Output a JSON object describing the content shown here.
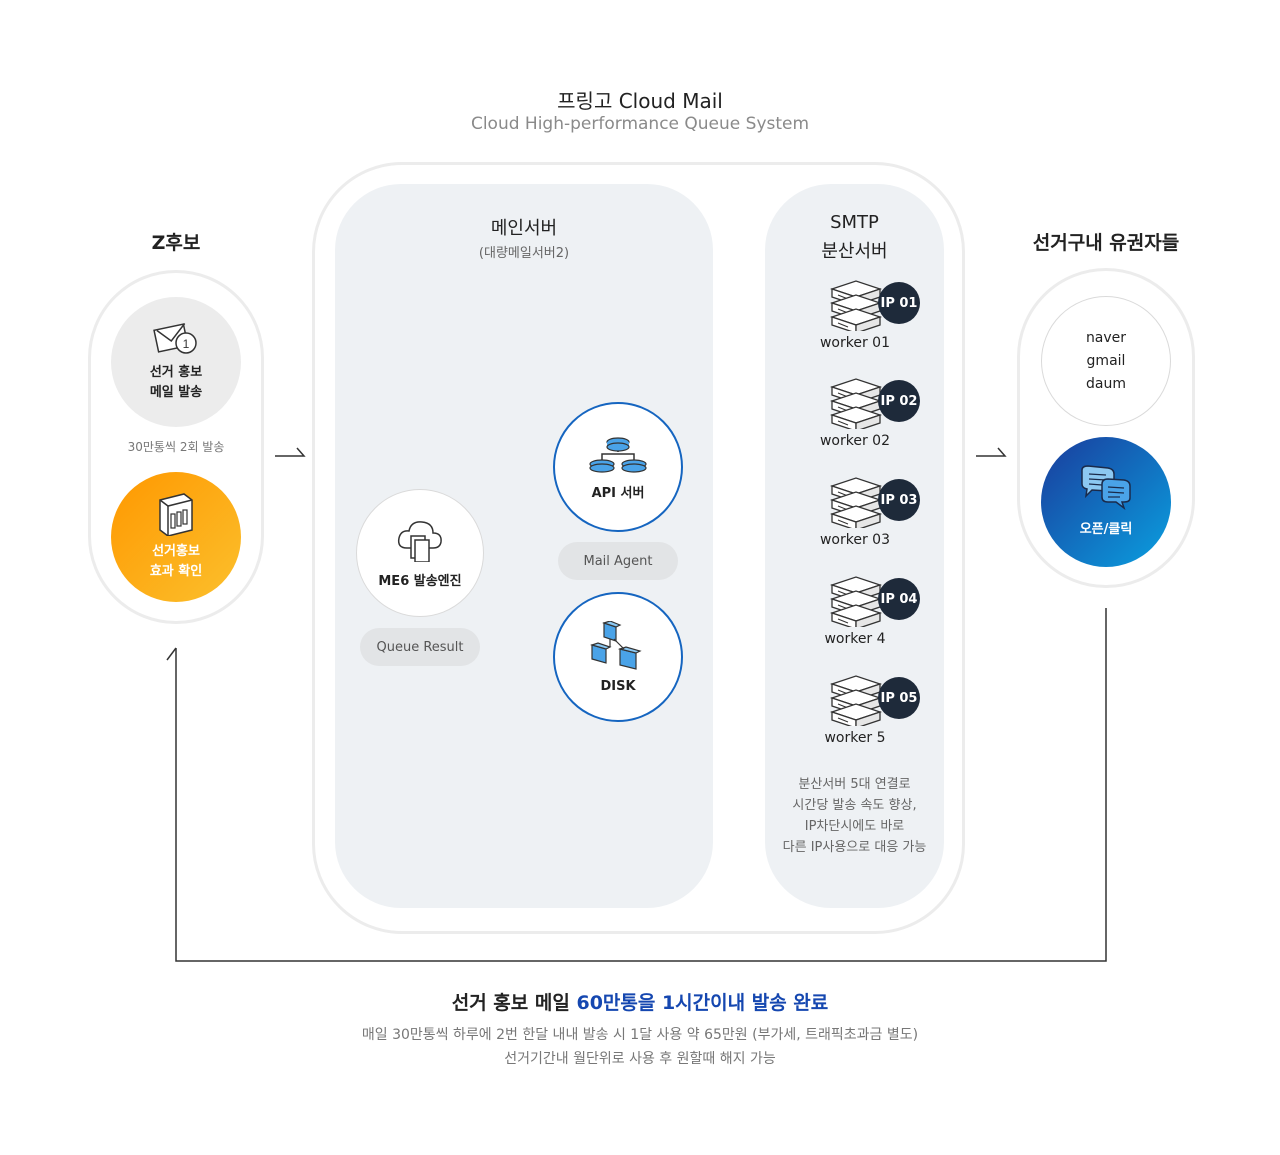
{
  "header": {
    "title": "프링고 Cloud Mail",
    "subtitle": "Cloud High-performance Queue System"
  },
  "candidate": {
    "heading": "Z후보",
    "send_label_1": "선거 홍보",
    "send_label_2": "메일 발송",
    "send_note": "30만통씩 2회 발송",
    "effect_label_1": "선거홍보",
    "effect_label_2": "효과 확인"
  },
  "main_server": {
    "title": "메인서버",
    "subtitle": "(대량메일서버2)",
    "engine_label": "ME6 발송엔진",
    "queue_result": "Queue Result",
    "api_label": "API 서버",
    "mail_agent": "Mail Agent",
    "disk_label": "DISK"
  },
  "smtp": {
    "title_1": "SMTP",
    "title_2": "분산서버",
    "workers": [
      {
        "ip": "IP 01",
        "label": "worker 01"
      },
      {
        "ip": "IP 02",
        "label": "worker 02"
      },
      {
        "ip": "IP 03",
        "label": "worker 03"
      },
      {
        "ip": "IP 04",
        "label": "worker 4"
      },
      {
        "ip": "IP 05",
        "label": "worker 5"
      }
    ],
    "note": [
      "분산서버 5대 연결로",
      "시간당 발송 속도 향상,",
      "IP차단시에도 바로",
      "다른 IP사용으로 대응 가능"
    ]
  },
  "voters": {
    "heading": "선거구내 유권자들",
    "portals": [
      "naver",
      "gmail",
      "daum"
    ],
    "open_click": "오픈/클릭"
  },
  "footer": {
    "title_prefix": "선거 홍보 메일 ",
    "title_highlight": "60만통을 1시간이내 발송 완료",
    "line_1": "매일 30만통씩 하루에 2번 한달 내내 발송 시 1달 사용 약 65만원 (부가세, 트래픽초과금 별도)",
    "line_2": "선거기간내 월단위로 사용 후 원할때 해지 가능"
  },
  "colors": {
    "accent_blue": "#1547b0",
    "badge_dark": "#1e2a3a",
    "orange_start": "#ff9800",
    "orange_end": "#fbc02d",
    "panel_gray": "#eef1f4"
  }
}
